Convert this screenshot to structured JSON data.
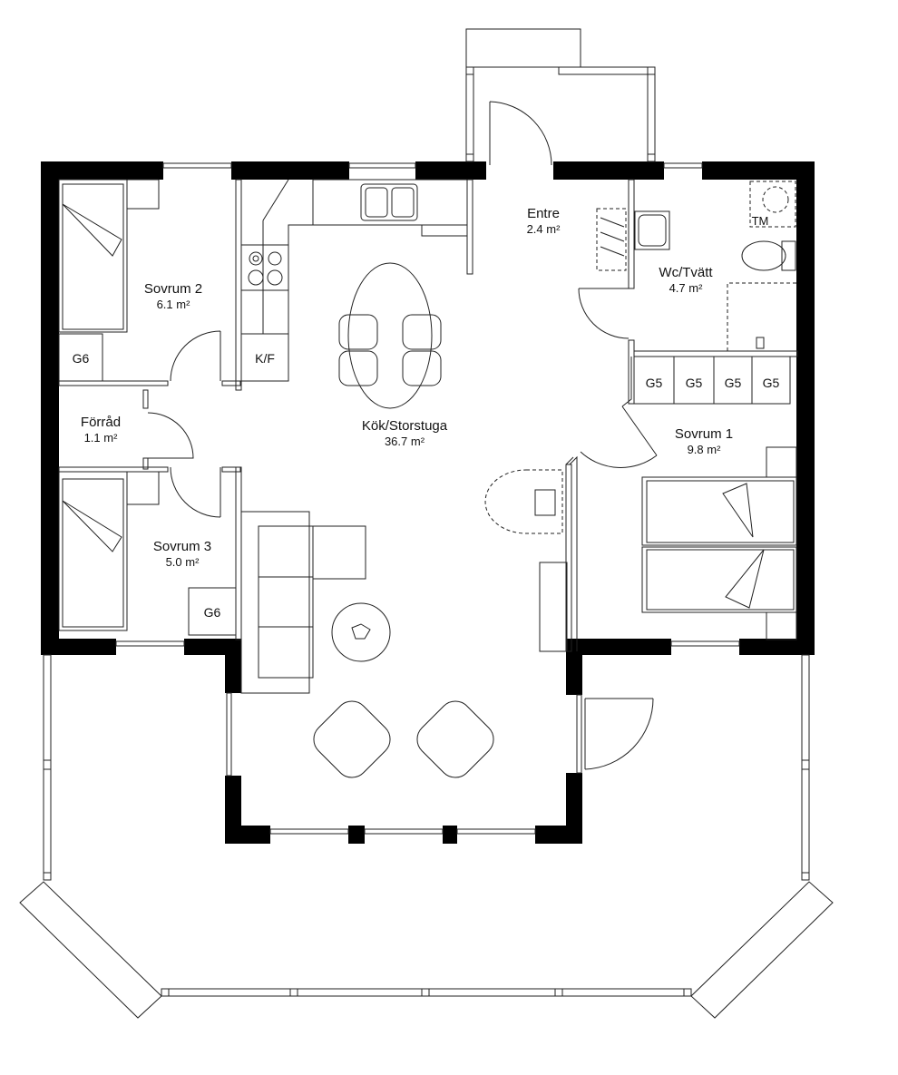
{
  "rooms": [
    {
      "name": "Sovrum 2",
      "area": "6.1 m²"
    },
    {
      "name": "Förråd",
      "area": "1.1 m²"
    },
    {
      "name": "Sovrum 3",
      "area": "5.0 m²"
    },
    {
      "name": "Kök/Storstuga",
      "area": "36.7 m²"
    },
    {
      "name": "Entre",
      "area": "2.4 m²"
    },
    {
      "name": "Wc/Tvätt",
      "area": "4.7 m²"
    },
    {
      "name": "Sovrum 1",
      "area": "9.8 m²"
    }
  ],
  "cabinets": {
    "g6_a": "G6",
    "g6_b": "G6",
    "kf": "K/F",
    "g5": [
      "G5",
      "G5",
      "G5",
      "G5"
    ],
    "tm": "TM"
  },
  "colors": {
    "wall": "#000000",
    "line": "#222222",
    "background": "#ffffff"
  }
}
